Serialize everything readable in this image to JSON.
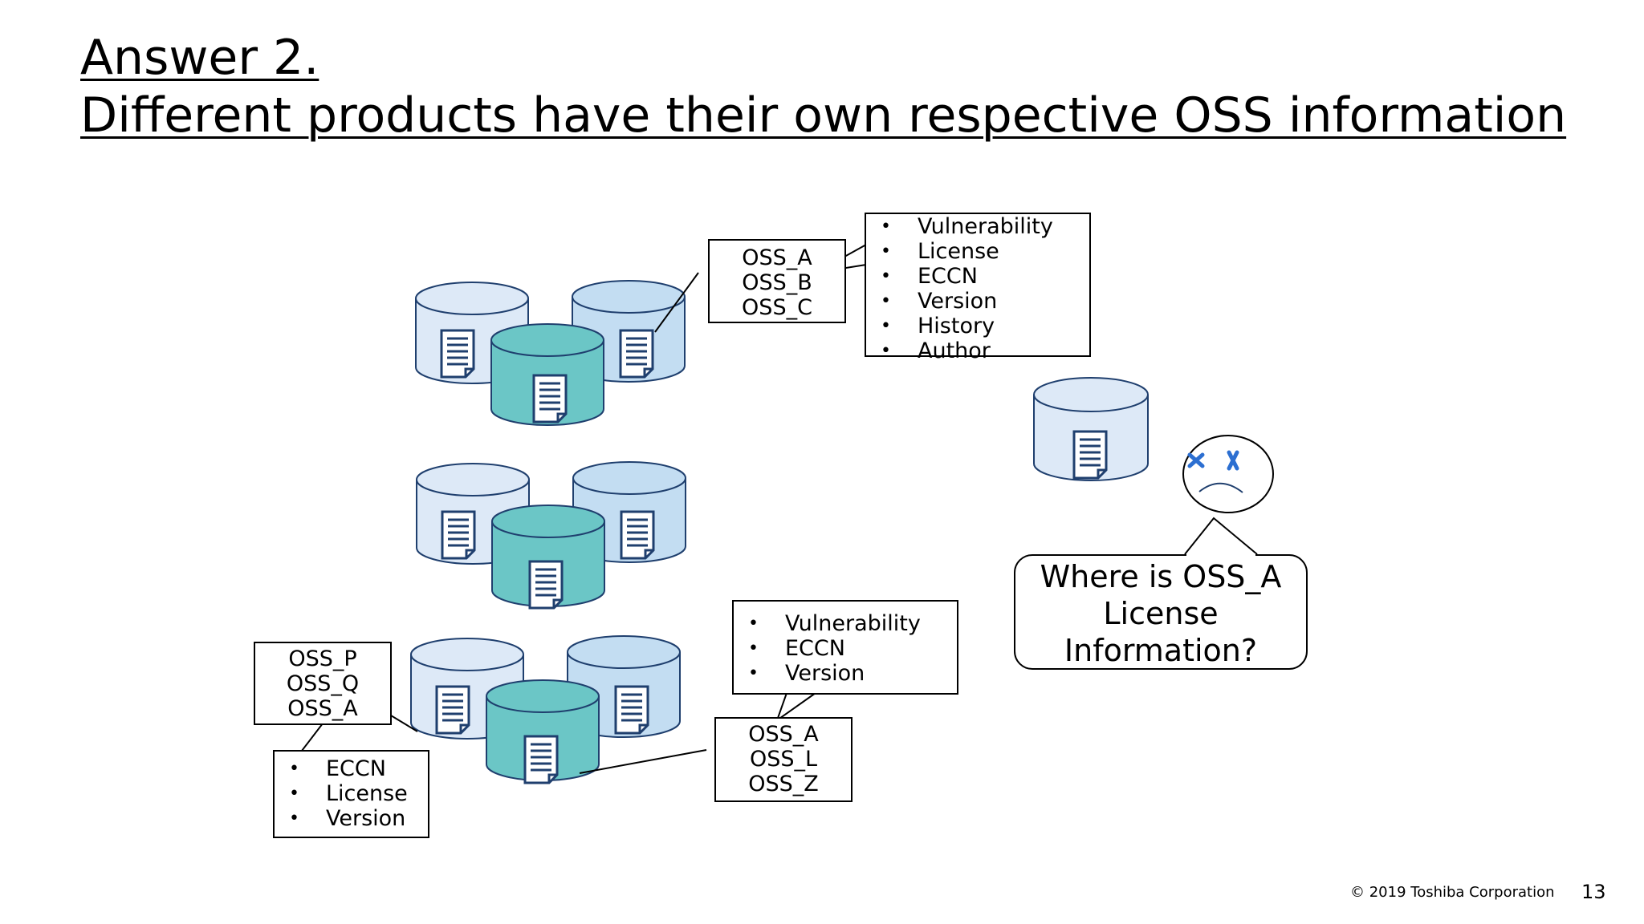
{
  "title": {
    "line1": "Answer 2.",
    "line2": "Different products have their own respective OSS information"
  },
  "callouts": {
    "top_oss": [
      "OSS_A",
      "OSS_B",
      "OSS_C"
    ],
    "top_info": [
      "Vulnerability",
      "License",
      "ECCN",
      "Version",
      "History",
      "Author"
    ],
    "bottom_left_oss": [
      "OSS_P",
      "OSS_Q",
      "OSS_A"
    ],
    "bottom_left_info": [
      "ECCN",
      "License",
      "Version"
    ],
    "bottom_right_info": [
      "Vulnerability",
      "ECCN",
      "Version"
    ],
    "bottom_right_oss": [
      "OSS_A",
      "OSS_L",
      "OSS_Z"
    ]
  },
  "speech": {
    "lines": [
      "Where is OSS_A",
      "License",
      "Information?"
    ]
  },
  "footer": {
    "copyright": "© 2019 Toshiba Corporation",
    "page": "13"
  },
  "colors": {
    "light_db": "#dde9f7",
    "mid_db": "#c3ddf2",
    "teal_db": "#6bc6c6",
    "db_stroke": "#1f3f6e",
    "face_x": "#2c6fd1"
  },
  "icons": {
    "database": "database-icon",
    "document": "document-icon",
    "face": "sad-face-icon"
  }
}
